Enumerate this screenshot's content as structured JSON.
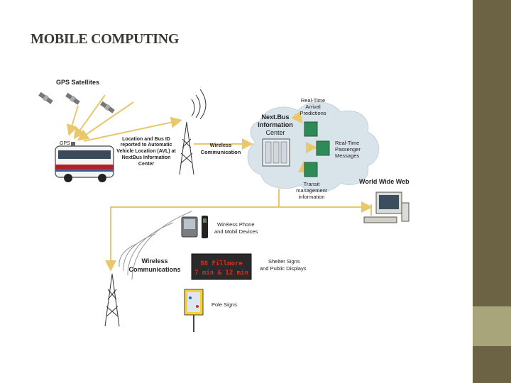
{
  "slide": {
    "title": "MOBILE COMPUTING"
  },
  "diagram": {
    "gps_satellites": "GPS Satellites",
    "gps": "GPS",
    "avl": [
      "Location and Bus ID",
      "reported to Automatic",
      "Vehicle Location (AVL) at",
      "NextBus Information",
      "Center"
    ],
    "wireless_comm_top": [
      "Wireless",
      "Communication"
    ],
    "nextbus": [
      "Next.Bus",
      "Information",
      "Center"
    ],
    "arrival": [
      "Real-Time",
      "Arrival",
      "Predictions"
    ],
    "passenger": [
      "Real-Time",
      "Passenger",
      "Messages"
    ],
    "transit": [
      "Transit",
      "management",
      "information"
    ],
    "www": "World Wide Web",
    "wireless_phone": [
      "Wireless Phone",
      "and Mobil Devices"
    ],
    "wireless_comms_bottom": [
      "Wireless",
      "Communications"
    ],
    "sign_display": [
      "88 Fillmore",
      "7 min & 12 min"
    ],
    "shelter": [
      "Shelter Signs",
      "and Public Displays"
    ],
    "pole": "Pole Signs"
  },
  "colors": {
    "arrow": "#e9c76b",
    "cloud": "#d9e3ea",
    "sidebar": "#6b6344",
    "sidebar_accent": "#a9a57a",
    "led": "#e02a1a"
  }
}
